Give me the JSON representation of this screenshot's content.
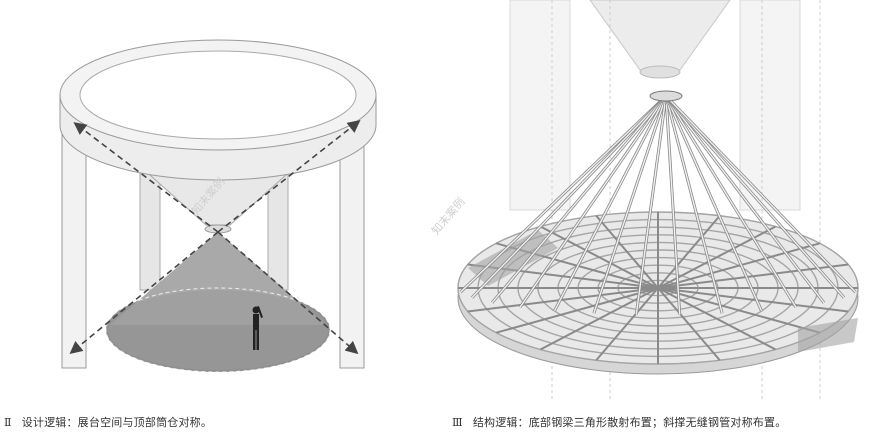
{
  "captions": {
    "left_number": "Ⅱ",
    "left_text": "设计逻辑：展台空间与顶部筒仓对称。",
    "right_number": "Ⅲ",
    "right_text": "结构逻辑：底部钢梁三角形散射布置；斜撑无缝钢管对称布置。"
  },
  "watermarks": {
    "left": "知末案例",
    "right": "知末案例"
  },
  "colors": {
    "structure_fill": "#efefef",
    "structure_line": "#9a9a9a",
    "floor_shade": "#8f8f8f",
    "arrow": "#444444"
  }
}
